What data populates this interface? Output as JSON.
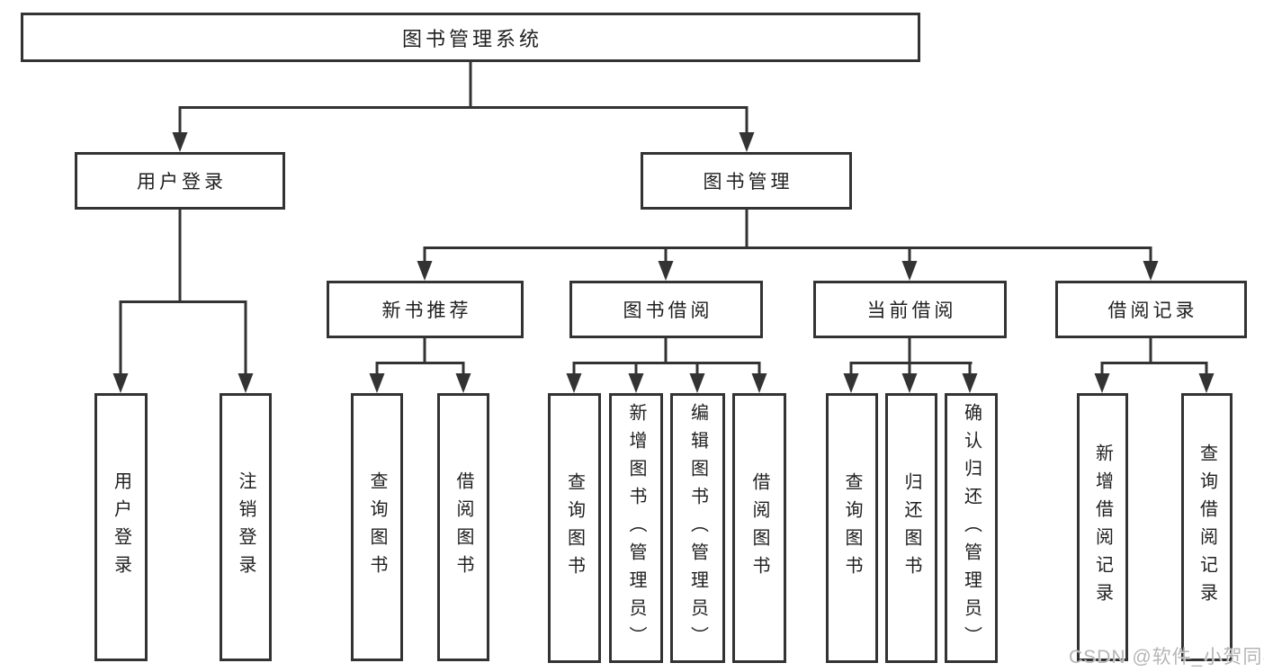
{
  "diagram": {
    "type": "hierarchy-tree",
    "title": "图书管理系统",
    "watermark": "CSDN @软件_小贺同学",
    "colors": {
      "line": "#333333",
      "box_border": "#333333",
      "box_fill": "#ffffff",
      "text": "#1f1f1f",
      "watermark": "#b5b5b5",
      "background": "#ffffff"
    },
    "nodes": {
      "root": "图书管理系统",
      "user_login": "用户登录",
      "book_mgmt": "图书管理",
      "login": "用户登录",
      "logout": "注销登录",
      "new_book_rec": "新书推荐",
      "book_borrow": "图书借阅",
      "current_borrow": "当前借阅",
      "borrow_records": "借阅记录",
      "query_book_rec": "查询图书",
      "borrow_book_rec": "借阅图书",
      "query_book_borrow": "查询图书",
      "add_book_admin": "新增图书（管理员）",
      "edit_book_admin": "编辑图书（管理员）",
      "borrow_book_borrow": "借阅图书",
      "query_book_current": "查询图书",
      "return_book": "归还图书",
      "confirm_return_admin": "确认归还（管理员）",
      "add_borrow_record": "新增借阅记录",
      "query_borrow_record": "查询借阅记录"
    },
    "hierarchy": {
      "图书管理系统": {
        "用户登录": [
          "用户登录",
          "注销登录"
        ],
        "图书管理": {
          "新书推荐": [
            "查询图书",
            "借阅图书"
          ],
          "图书借阅": [
            "查询图书",
            "新增图书（管理员）",
            "编辑图书（管理员）",
            "借阅图书"
          ],
          "当前借阅": [
            "查询图书",
            "归还图书",
            "确认归还（管理员）"
          ],
          "借阅记录": [
            "新增借阅记录",
            "查询借阅记录"
          ]
        }
      }
    }
  }
}
